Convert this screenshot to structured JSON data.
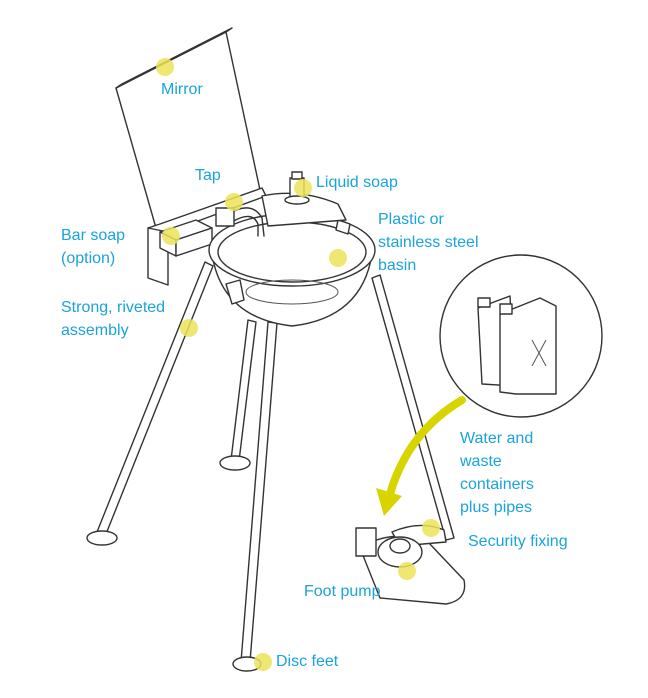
{
  "labels": {
    "mirror": "Mirror",
    "tap": "Tap",
    "liquid_soap": "Liquid soap",
    "bar_soap": [
      "Bar soap",
      "(option)"
    ],
    "basin": [
      "Plastic or",
      "stainless steel",
      "basin"
    ],
    "assembly": [
      "Strong, riveted",
      "assembly"
    ],
    "containers": [
      "Water and",
      "waste",
      "containers",
      "plus pipes"
    ],
    "security_fixing": "Security fixing",
    "foot_pump": "Foot pump",
    "disc_feet": "Disc feet"
  },
  "colors": {
    "label_text": "#1aa3dc",
    "highlight_dot": "#ede35a",
    "arrow": "#d8d400",
    "line_art": "#333333"
  }
}
